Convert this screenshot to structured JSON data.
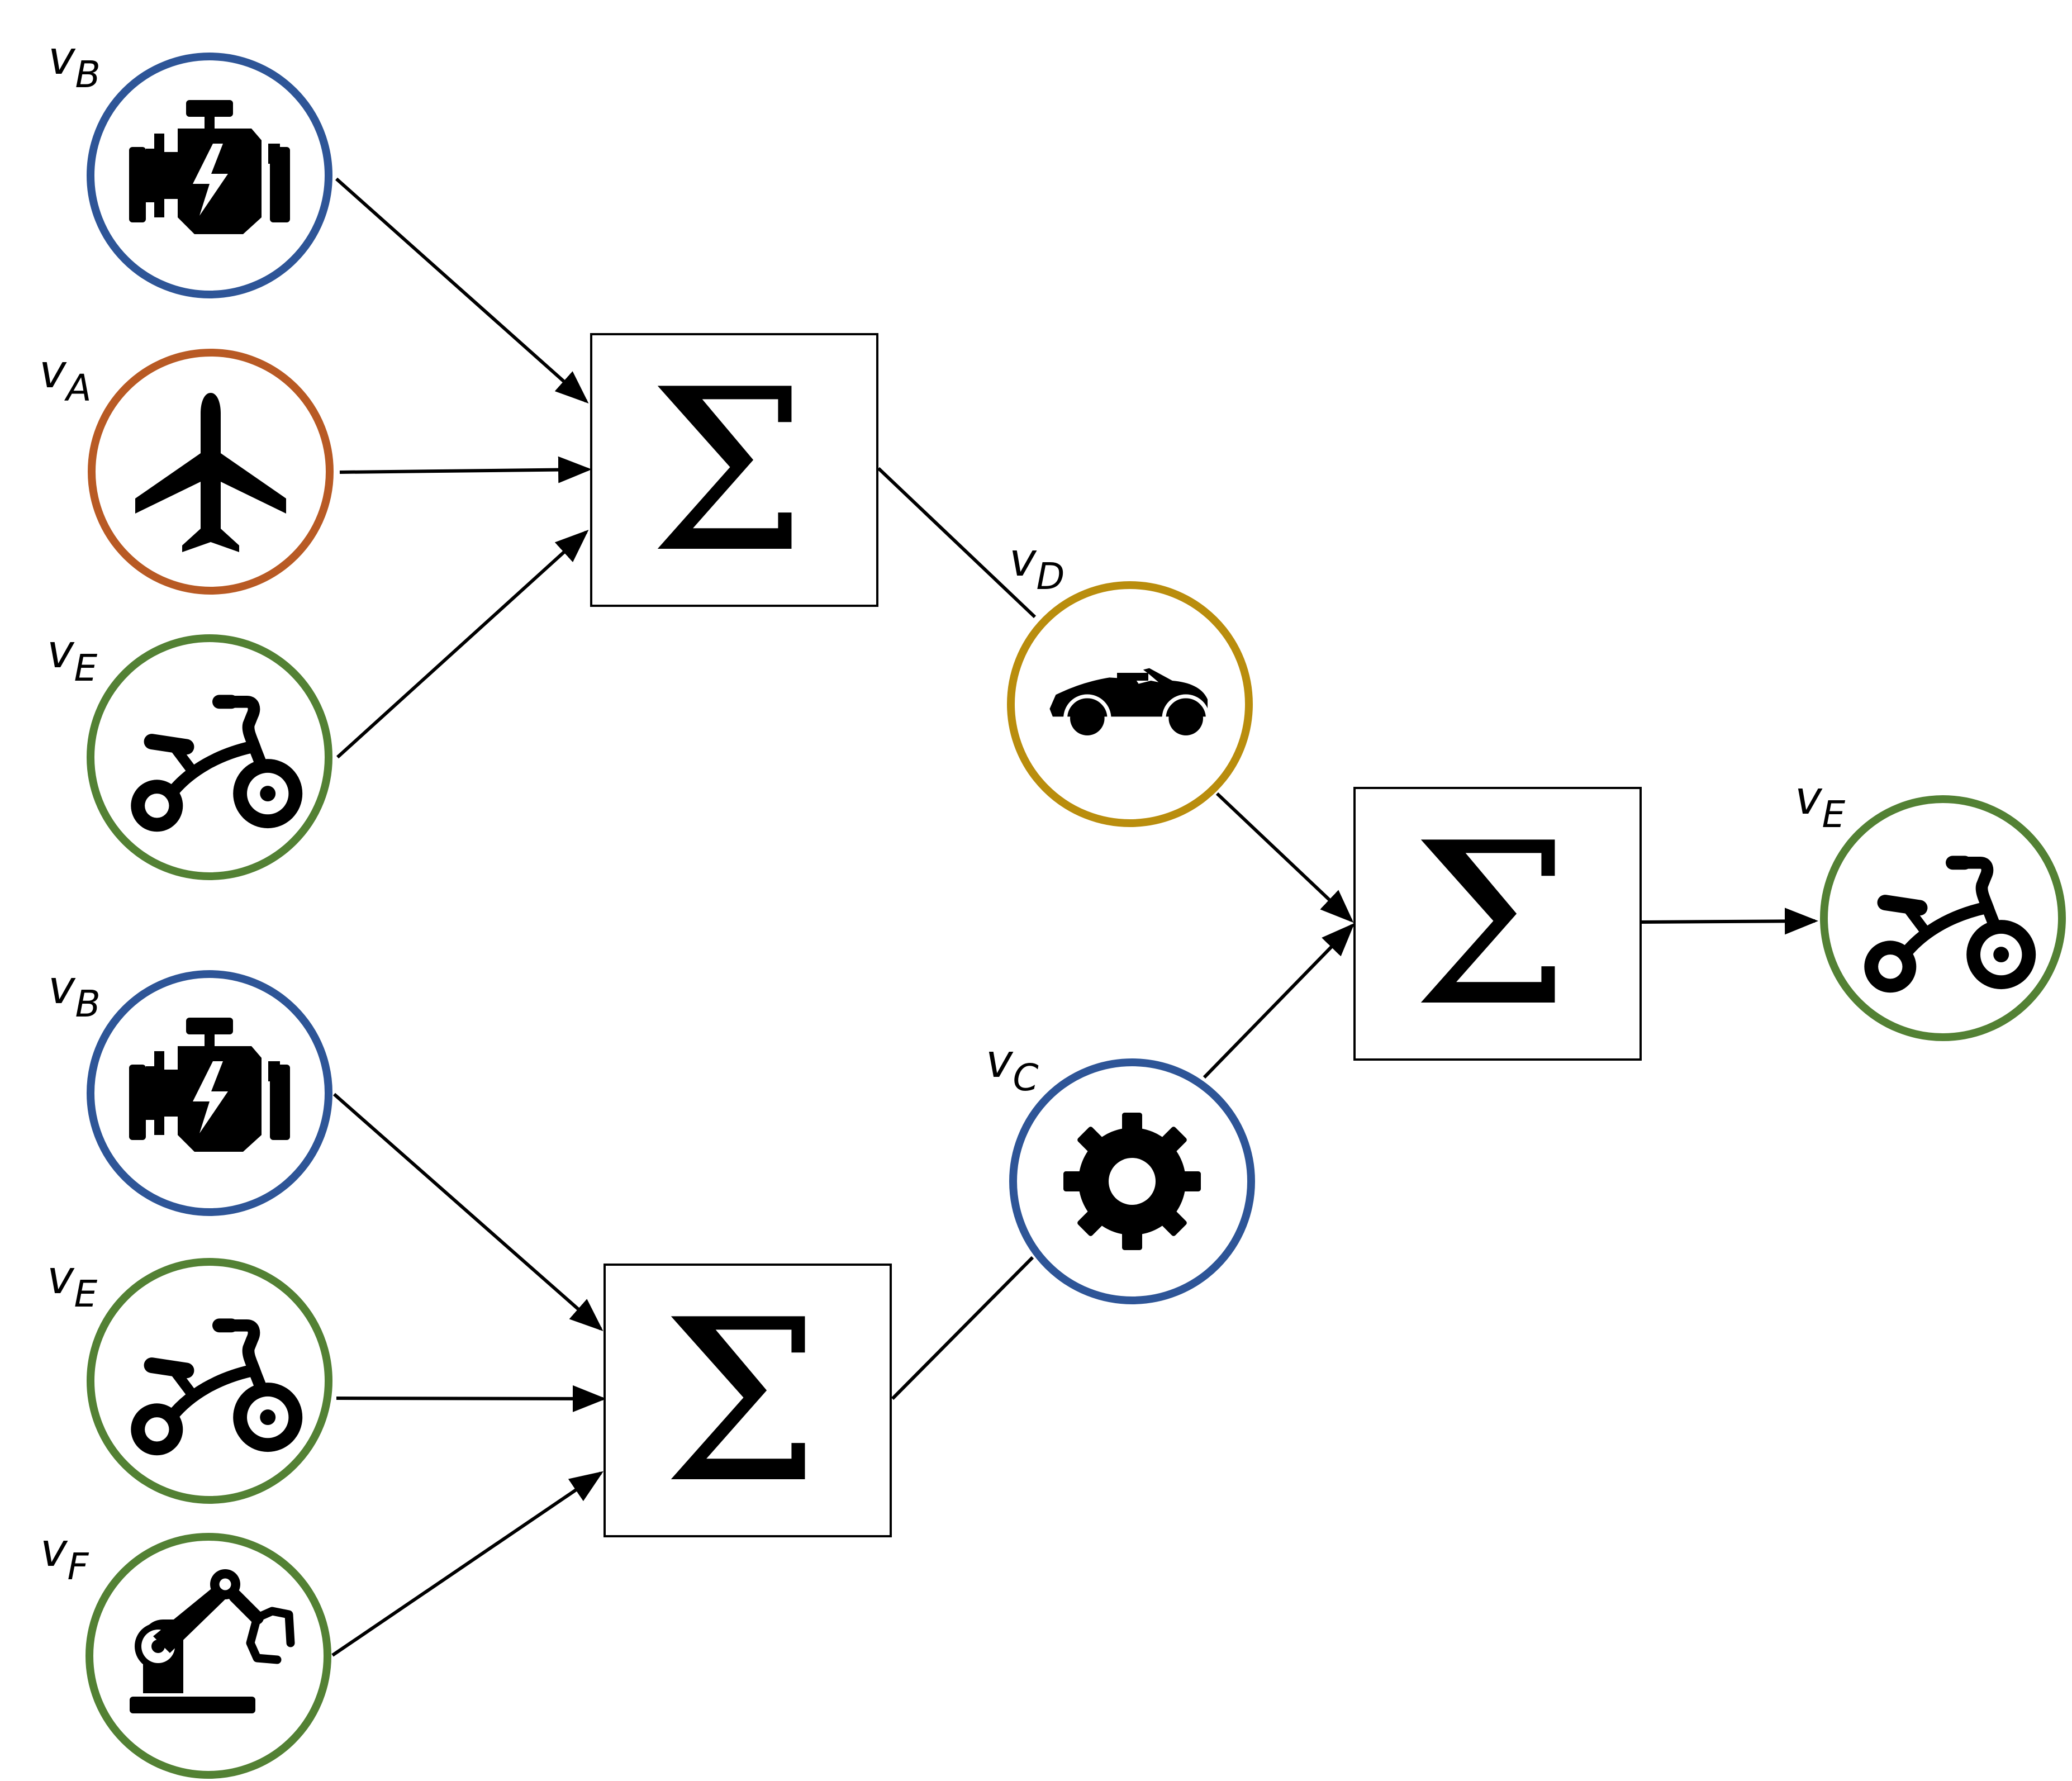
{
  "colors": {
    "blue": "#2e5597",
    "orange": "#b85a24",
    "green": "#538134",
    "gold": "#b98d0d",
    "stroke": "#000000"
  },
  "nodes": {
    "n1": {
      "label": "v",
      "sub": "B",
      "icon": "engine-icon",
      "color": "blue"
    },
    "n2": {
      "label": "v",
      "sub": "A",
      "icon": "airplane-icon",
      "color": "orange"
    },
    "n3": {
      "label": "v",
      "sub": "E",
      "icon": "tricycle-icon",
      "color": "green"
    },
    "n4": {
      "label": "v",
      "sub": "B",
      "icon": "engine-icon",
      "color": "blue"
    },
    "n5": {
      "label": "v",
      "sub": "E",
      "icon": "tricycle-icon",
      "color": "green"
    },
    "n6": {
      "label": "v",
      "sub": "F",
      "icon": "robot-arm-icon",
      "color": "green"
    },
    "n7": {
      "label": "v",
      "sub": "D",
      "icon": "car-icon",
      "color": "gold"
    },
    "n8": {
      "label": "v",
      "sub": "C",
      "icon": "gear-icon",
      "color": "blue"
    },
    "n9": {
      "label": "v",
      "sub": "E",
      "icon": "tricycle-icon",
      "color": "green"
    }
  },
  "sum_boxes": {
    "s1": {
      "symbol": "Σ"
    },
    "s2": {
      "symbol": "Σ"
    },
    "s3": {
      "symbol": "Σ"
    }
  },
  "edges": [
    {
      "from": "n1",
      "to": "s1"
    },
    {
      "from": "n2",
      "to": "s1"
    },
    {
      "from": "n3",
      "to": "s1"
    },
    {
      "from": "s1",
      "to": "n7"
    },
    {
      "from": "n4",
      "to": "s2"
    },
    {
      "from": "n5",
      "to": "s2"
    },
    {
      "from": "n6",
      "to": "s2"
    },
    {
      "from": "s2",
      "to": "n8"
    },
    {
      "from": "n7",
      "to": "s3"
    },
    {
      "from": "n8",
      "to": "s3"
    },
    {
      "from": "s3",
      "to": "n9"
    }
  ]
}
